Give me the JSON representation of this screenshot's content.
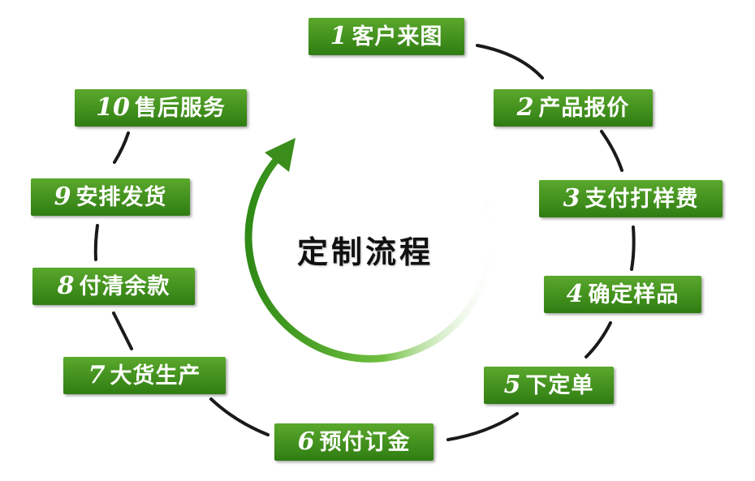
{
  "title": "定制流程",
  "colors": {
    "box_top": "#5aa82c",
    "box_bottom": "#2f7d12",
    "text": "#ffffff",
    "connector": "#1a1a1a",
    "arrow": "#3b8d1c"
  },
  "steps": [
    {
      "num": "1",
      "label": "客户来图"
    },
    {
      "num": "2",
      "label": "产品报价"
    },
    {
      "num": "3",
      "label": "支付打样费"
    },
    {
      "num": "4",
      "label": "确定样品"
    },
    {
      "num": "5",
      "label": "下定单"
    },
    {
      "num": "6",
      "label": "预付订金"
    },
    {
      "num": "7",
      "label": "大货生产"
    },
    {
      "num": "8",
      "label": "付清余款"
    },
    {
      "num": "9",
      "label": "安排发货"
    },
    {
      "num": "10",
      "label": "售后服务"
    }
  ]
}
